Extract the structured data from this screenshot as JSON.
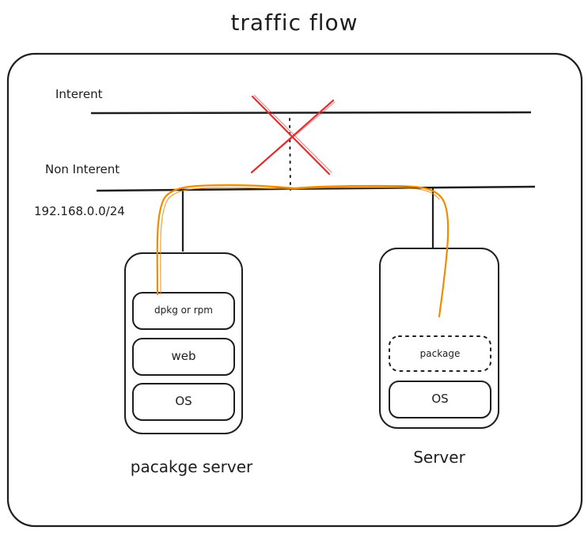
{
  "diagram": {
    "title": "traffic flow",
    "networks": {
      "internet_label": "Interent",
      "non_internet_label": "Non Interent",
      "subnet_label": "192.168.0.0/24"
    },
    "blocked_marker": "red-x-icon",
    "nodes": [
      {
        "name": "pacakge server",
        "layers": [
          "dpkg or rpm",
          "web",
          "OS"
        ]
      },
      {
        "name": "Server",
        "layers": [
          "package",
          "OS"
        ]
      }
    ],
    "colors": {
      "stroke": "#1e1e1e",
      "flow": "#f08c00",
      "blocked": "#e03131",
      "background": "#ffffff"
    }
  }
}
